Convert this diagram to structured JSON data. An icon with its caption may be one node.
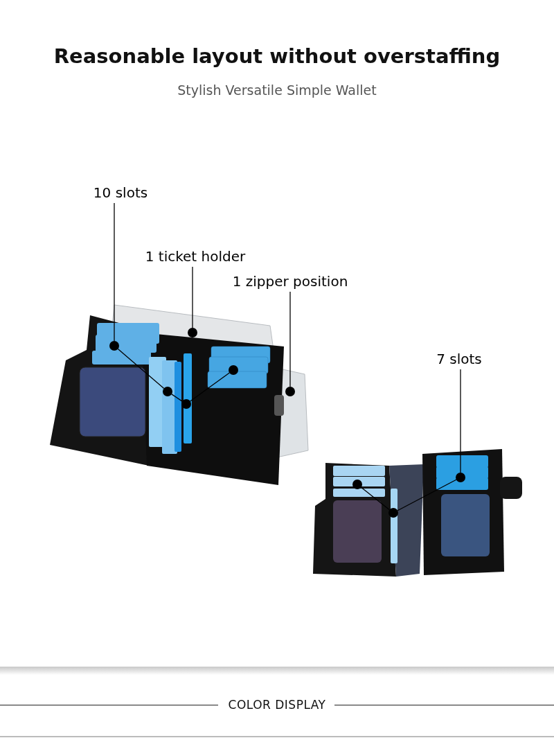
{
  "diagram": {
    "title": "Reasonable layout without overstaffing",
    "nodes": [
      {
        "text": [
          "10 slots"
        ]
      },
      {
        "text": [
          "1 ticket holder"
        ]
      },
      {
        "text": [
          "1 zipper position"
        ]
      },
      {
        "text": [
          "7 slots"
        ]
      },
      {
        "text": [],
        "shape": "circle"
      },
      {
        "text": [],
        "shape": "circle"
      },
      {
        "text": [],
        "shape": "circle"
      },
      {
        "text": [],
        "shape": "circle"
      },
      {
        "text": [],
        "shape": "circle"
      },
      {
        "text": [],
        "shape": "circle"
      },
      {
        "text": [],
        "shape": "circle"
      },
      {
        "text": [],
        "shape": "circle"
      },
      {
        "text": [],
        "shape": "circle"
      }
    ],
    "edges": [
      {
        "from": 0,
        "to": 4,
        "arrow": "none"
      },
      {
        "from": 4,
        "to": 5,
        "arrow": "none"
      },
      {
        "from": 5,
        "to": 6,
        "arrow": "none"
      },
      {
        "from": 7,
        "to": 6,
        "arrow": "none"
      },
      {
        "from": 1,
        "to": 8,
        "arrow": "none"
      },
      {
        "from": 2,
        "to": 9,
        "arrow": "none"
      },
      {
        "from": 3,
        "to": 10,
        "arrow": "none"
      },
      {
        "from": 11,
        "to": 12,
        "arrow": "none"
      },
      {
        "from": 10,
        "to": 12,
        "arrow": "none"
      }
    ],
    "labels": [
      "Stylish Versatile Simple Wallet",
      "COLOR DISPLAY"
    ]
  }
}
